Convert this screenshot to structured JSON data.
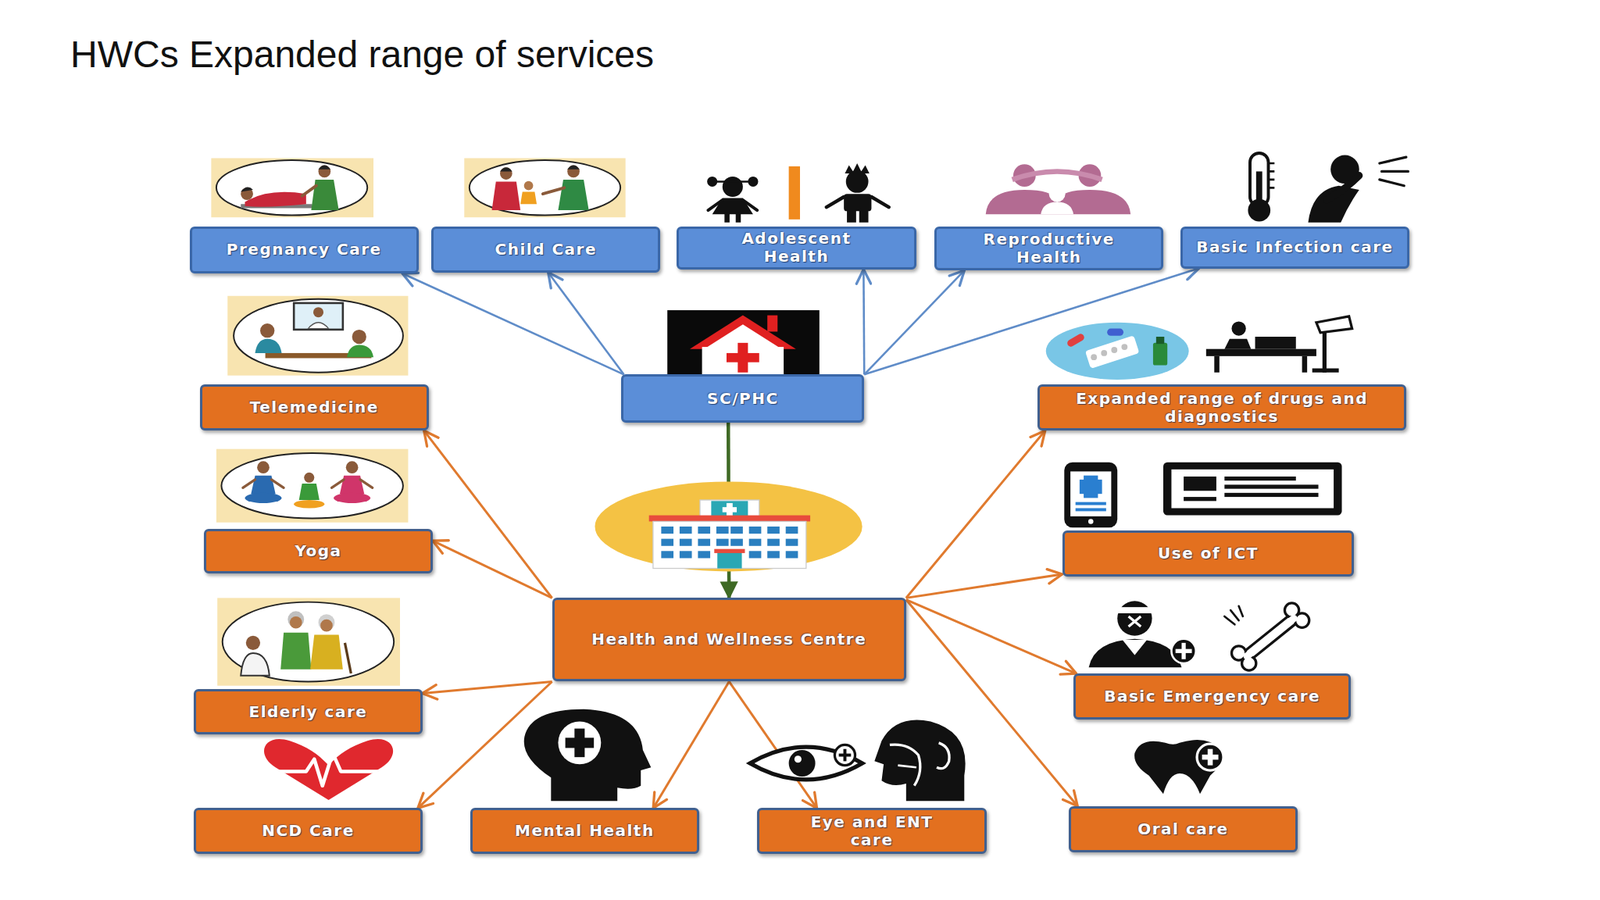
{
  "diagram": {
    "title": "HWCs Expanded range of services",
    "nodes": [
      {
        "text": [
          "Pregnancy Care"
        ]
      },
      {
        "text": [
          "Child Care"
        ]
      },
      {
        "text": [
          "Adolescent Health"
        ]
      },
      {
        "text": [
          "Reproductive Health"
        ]
      },
      {
        "text": [
          "Basic Infection care"
        ]
      },
      {
        "text": [
          "SC/PHC"
        ]
      },
      {
        "text": [
          "Telemedicine"
        ]
      },
      {
        "text": [
          "Expanded range of drugs and diagnostics"
        ]
      },
      {
        "text": [
          "Yoga"
        ]
      },
      {
        "text": [
          "Use of ICT"
        ]
      },
      {
        "text": [
          "Health and Wellness Centre"
        ]
      },
      {
        "text": [
          "Basic Emergency care"
        ]
      },
      {
        "text": [
          "Elderly care"
        ]
      },
      {
        "text": [
          "NCD Care"
        ]
      },
      {
        "text": [
          "Mental Health"
        ]
      },
      {
        "text": [
          "Eye and ENT care"
        ]
      },
      {
        "text": [
          "Oral care"
        ]
      }
    ],
    "edges": [
      {
        "from": 5,
        "to": 0,
        "arrow": "to"
      },
      {
        "from": 5,
        "to": 1,
        "arrow": "to"
      },
      {
        "from": 5,
        "to": 2,
        "arrow": "to"
      },
      {
        "from": 5,
        "to": 3,
        "arrow": "to"
      },
      {
        "from": 5,
        "to": 4,
        "arrow": "to"
      },
      {
        "from": 5,
        "to": 10,
        "arrow": "to"
      },
      {
        "from": 10,
        "to": 6,
        "arrow": "to"
      },
      {
        "from": 10,
        "to": 7,
        "arrow": "to"
      },
      {
        "from": 10,
        "to": 8,
        "arrow": "to"
      },
      {
        "from": 10,
        "to": 9,
        "arrow": "to"
      },
      {
        "from": 10,
        "to": 11,
        "arrow": "to"
      },
      {
        "from": 10,
        "to": 12,
        "arrow": "to"
      },
      {
        "from": 10,
        "to": 13,
        "arrow": "to"
      },
      {
        "from": 10,
        "to": 14,
        "arrow": "to"
      },
      {
        "from": 10,
        "to": 15,
        "arrow": "to"
      },
      {
        "from": 10,
        "to": 16,
        "arrow": "to"
      }
    ]
  }
}
